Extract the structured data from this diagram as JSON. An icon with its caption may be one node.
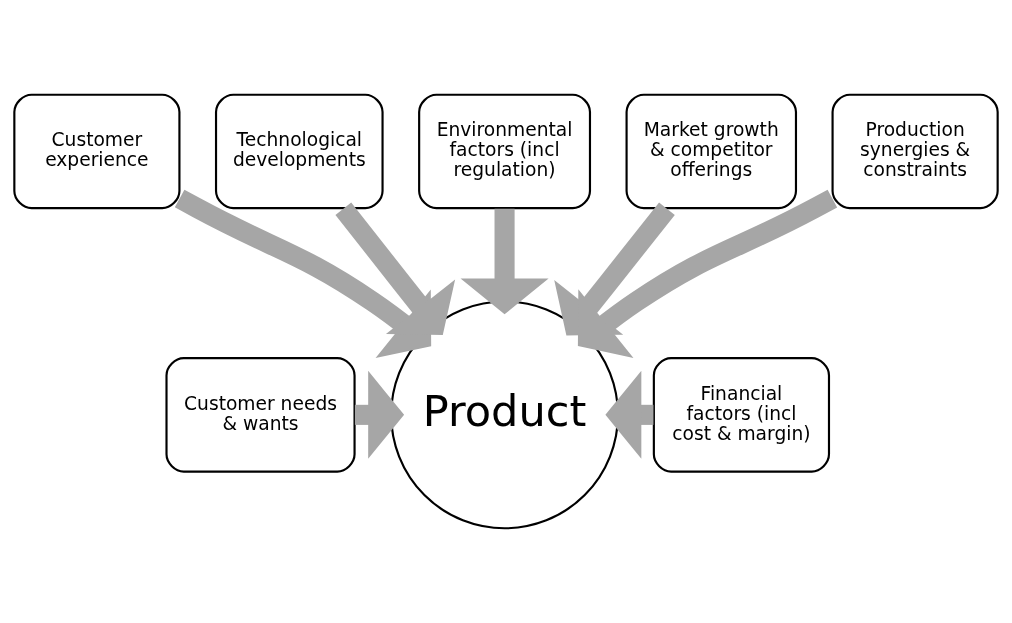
{
  "diagram": {
    "nodes": [
      {
        "text": [
          "Customer needs & wants"
        ]
      },
      {
        "text": [
          "Customer experience"
        ]
      },
      {
        "text": [
          "Technological developments"
        ]
      },
      {
        "text": [
          "Environmental factors (incl regulation)"
        ]
      },
      {
        "text": [
          "Market growth & competitor offerings"
        ]
      },
      {
        "text": [
          "Production synergies & constraints"
        ]
      },
      {
        "text": [
          "Financial factors (incl cost & margin)"
        ]
      },
      {
        "text": [
          "Product"
        ]
      }
    ],
    "edges": [
      {
        "from": 0,
        "to": 7,
        "arrow": "to"
      },
      {
        "from": 1,
        "to": 7,
        "arrow": "to"
      },
      {
        "from": 2,
        "to": 7,
        "arrow": "to"
      },
      {
        "from": 3,
        "to": 7,
        "arrow": "to"
      },
      {
        "from": 4,
        "to": 7,
        "arrow": "to"
      },
      {
        "from": 5,
        "to": 7,
        "arrow": "to"
      },
      {
        "from": 6,
        "to": 7,
        "arrow": "to"
      }
    ]
  }
}
